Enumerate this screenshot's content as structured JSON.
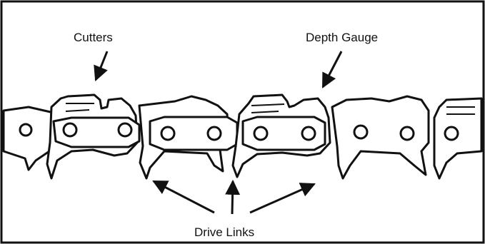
{
  "labels": {
    "cutters": "Cutters",
    "depth_gauge": "Depth Gauge",
    "drive_links": "Drive Links"
  },
  "colors": {
    "ink": "#111111",
    "background": "#ffffff"
  }
}
